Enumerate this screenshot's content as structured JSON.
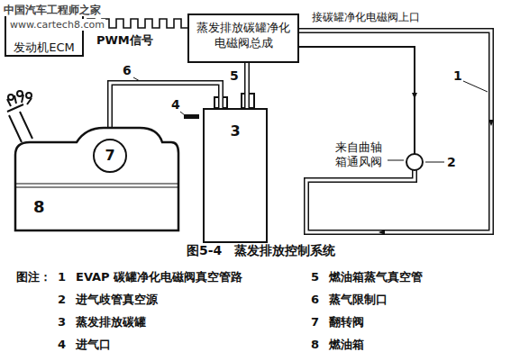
{
  "diagram": {
    "caption": "图5-4　蒸发排放控制系统",
    "nodes": [
      {
        "text": [
          "发动机ECM"
        ]
      },
      {
        "text": [
          "蒸发排放碳罐净化电磁阀总成"
        ]
      },
      {
        "text": [
          "3"
        ]
      },
      {
        "text": [
          "8"
        ]
      },
      {
        "text": [
          "7"
        ],
        "in": 3
      }
    ],
    "edges": [
      {
        "from": 0,
        "to": 1,
        "label": "PWM信号",
        "arrow": "none"
      },
      {
        "from": 1,
        "to": 2,
        "arrow": "none"
      },
      {
        "from": 4,
        "to": 2,
        "arrow": "none"
      }
    ],
    "labels": [
      "中国汽车工程师之家",
      "www.cartech8.com",
      "接碳罐净化电磁阀上口",
      "1",
      "2",
      "来自曲轴箱通风阀",
      "4",
      "5",
      "6",
      "图注：",
      "1",
      "EVAP 碳罐净化电磁阀真空管路",
      "2",
      "进气歧管真空源",
      "3",
      "蒸发排放碳罐",
      "4",
      "进气口",
      "5",
      "燃油箱蒸气真空管",
      "6",
      "蒸气限制口",
      "7",
      "翻转阀",
      "8",
      "燃油箱"
    ]
  }
}
